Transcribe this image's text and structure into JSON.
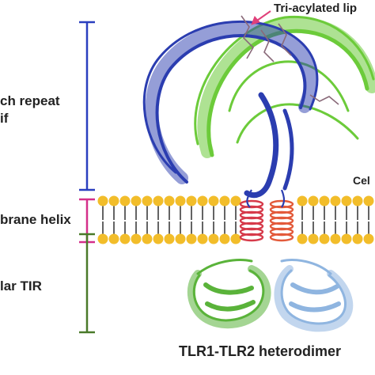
{
  "labels": {
    "lrr_line1": "ch repeat",
    "lrr_line2": "if",
    "membrane": "brane helix",
    "tir": "lar TIR",
    "lipid": "Tri-acylated lip",
    "cell": "Cel",
    "heterodimer": "TLR1-TLR2 heterodimer"
  },
  "colors": {
    "bracket_lrr": "#2a3fbf",
    "bracket_membrane": "#d42f8a",
    "bracket_tir": "#4a7a2a",
    "tlr1_ecd": "#2b3db0",
    "tlr2_ecd": "#6ccb3a",
    "tlr1_tir": "#5ab33a",
    "tlr2_tir": "#8fb5e0",
    "helix_left": "#d63a4a",
    "helix_right": "#e35a3a",
    "lipid_head": "#f2bd2a",
    "lipid_tail": "#222222",
    "lipid_arrow": "#e0407a"
  }
}
